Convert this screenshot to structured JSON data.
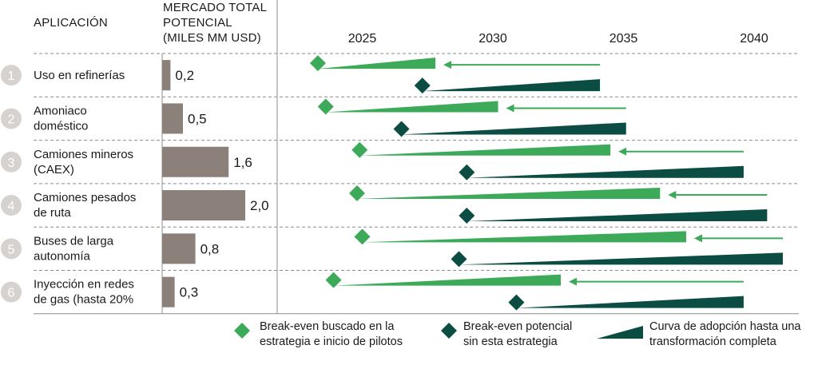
{
  "headers": {
    "application": "APLICACIÓN",
    "market_lines": [
      "MERCADO TOTAL",
      "POTENCIAL",
      "(MILES MM USD)"
    ]
  },
  "colors": {
    "light_green": "#3daa5a",
    "dark_green": "#0b4d43",
    "bar": "#8b807a",
    "number_circle": "#d6d2cf",
    "divider": "#8c8c8c"
  },
  "legend": [
    {
      "shape": "diamond",
      "color": "light_green",
      "lines": [
        "Break-even buscado en la",
        "estrategia e inicio de pilotos"
      ]
    },
    {
      "shape": "diamond",
      "color": "dark_green",
      "lines": [
        "Break-even potencial",
        "sin esta estrategia"
      ]
    },
    {
      "shape": "wedge",
      "color": "dark_green",
      "lines": [
        "Curva de adopción hasta una",
        "transformación completa"
      ]
    }
  ],
  "chart_data": {
    "type": "timeline",
    "x_axis": {
      "ticks": [
        2025,
        2030,
        2035,
        2040
      ],
      "range": [
        2020.5,
        2041.5
      ]
    },
    "market_axis_max": 2.0,
    "rows": [
      {
        "number": "1",
        "label_lines": [
          "Uso en refinerías"
        ],
        "market": 0.2,
        "market_label": "0,2",
        "green_start": 2023.3,
        "green_end": 2027.8,
        "dark_start": 2027.3,
        "dark_end": 2034.1
      },
      {
        "number": "2",
        "label_lines": [
          "Amoniaco",
          "doméstico"
        ],
        "market": 0.5,
        "market_label": "0,5",
        "green_start": 2023.6,
        "green_end": 2030.2,
        "dark_start": 2026.5,
        "dark_end": 2035.1
      },
      {
        "number": "3",
        "label_lines": [
          "Camiones mineros",
          "(CAEX)"
        ],
        "market": 1.6,
        "market_label": "1,6",
        "green_start": 2024.9,
        "green_end": 2034.5,
        "dark_start": 2029.0,
        "dark_end": 2039.6
      },
      {
        "number": "4",
        "label_lines": [
          "Camiones pesados",
          "de ruta"
        ],
        "market": 2.0,
        "market_label": "2,0",
        "green_start": 2024.8,
        "green_end": 2036.4,
        "dark_start": 2029.0,
        "dark_end": 2040.5
      },
      {
        "number": "5",
        "label_lines": [
          "Buses de larga",
          "autonomía"
        ],
        "market": 0.8,
        "market_label": "0,8",
        "green_start": 2025.0,
        "green_end": 2037.4,
        "dark_start": 2028.7,
        "dark_end": 2041.1
      },
      {
        "number": "6",
        "label_lines": [
          "Inyección en redes",
          "de gas (hasta 20%"
        ],
        "market": 0.3,
        "market_label": "0,3",
        "green_start": 2023.9,
        "green_end": 2032.6,
        "dark_start": 2030.9,
        "dark_end": 2039.6
      }
    ]
  }
}
